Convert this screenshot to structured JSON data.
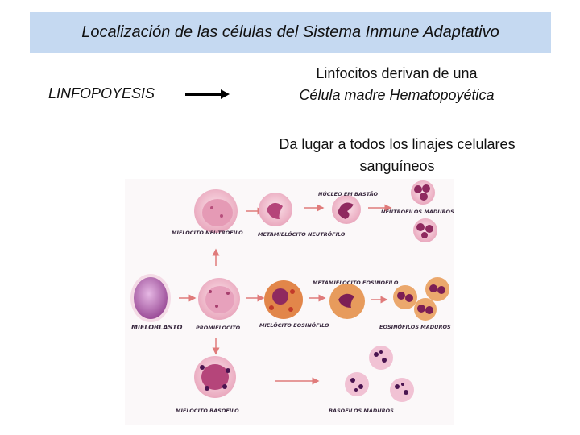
{
  "header": {
    "title": "Localización de las células del Sistema Inmune Adaptativo"
  },
  "linfopoyesis": {
    "label": "LINFOPOYESIS",
    "derive_line1": "Linfocitos derivan de una",
    "derive_line2": "Célula madre Hematopoyética",
    "lineage_line1": "Da lugar a todos los linajes celulares",
    "lineage_line2": "sanguíneos"
  },
  "figure": {
    "captions": {
      "nucleo_bastao": "NÚCLEO EM BASTÃO",
      "neutrofilos_maduros": "NEUTRÓFILOS MADUROS",
      "mielocito_neutrofilo": "MIELÓCITO NEUTRÓFILO",
      "metamielocito_neutrofilo": "METAMIELÓCITO NEUTRÓFILO",
      "metamielocito_eosinofilo": "METAMIELÓCITO EOSINÓFILO",
      "mieloblasto": "MIELOBLASTO",
      "promielocito": "PROMIELÓCITO",
      "mielocito_eosinofilo": "MIELÓCITO EOSINÓFILO",
      "eosinofilos_maduros": "EOSINÓFILOS MADUROS",
      "mielocito_basofilo": "MIELÓCITO BASÓFILO",
      "basofilos_maduros": "BASÓFILOS MADUROS"
    }
  },
  "colors": {
    "title_bg": "#c5d9f1",
    "arrow": "#e07b7b",
    "nucleus": "#a0306a",
    "cytoplasm": "#f2c4d4"
  }
}
